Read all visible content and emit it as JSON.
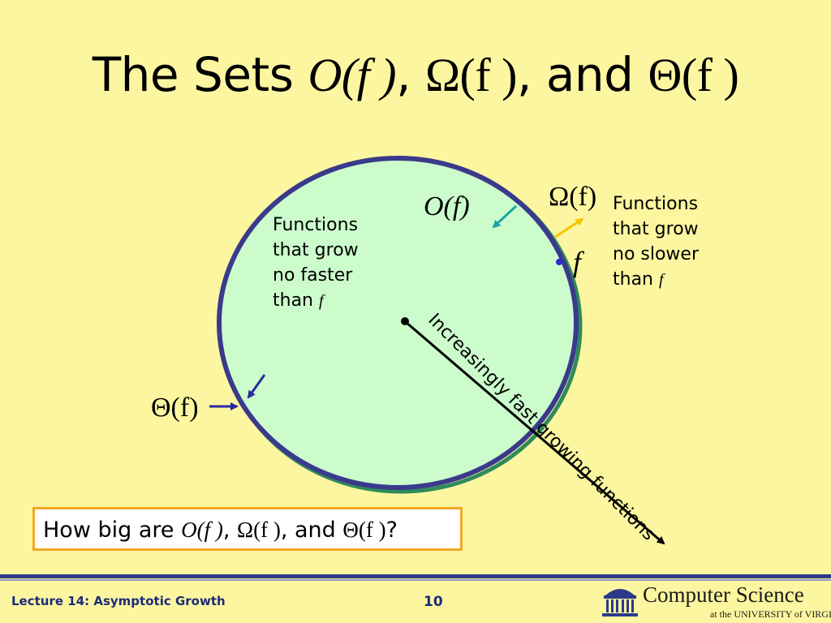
{
  "title": {
    "prefix": "The Sets ",
    "o_f": "O(f )",
    "sep1": ", ",
    "omega_f": "Ω(f )",
    "sep2": ", and ",
    "theta_f": "Θ(f )"
  },
  "diagram": {
    "o_label": "O(f)",
    "omega_label": "Ω(f)",
    "theta_label": "Θ(f)",
    "f_label": "f",
    "inner_text": [
      "Functions",
      "that grow",
      "no faster",
      "than "
    ],
    "inner_f": "f",
    "outer_text": [
      "Functions",
      "that grow",
      "no slower",
      "than "
    ],
    "outer_f": "f",
    "arrow_label": "Increasingly fast growing functions",
    "colors": {
      "circle_fill": "#ccfccc",
      "circle_stroke": "#3a3a8c",
      "omega_arrow": "#f5c400",
      "o_arrow": "#1aa3a3",
      "theta_arrow": "#2a2aa0",
      "f_dot": "#2a2ad0"
    }
  },
  "question": {
    "prefix": "How big are ",
    "o_f": "O(f )",
    "sep1": ", ",
    "omega_f": "Ω(f )",
    "sep2": ", and ",
    "theta_f": "Θ(f )",
    "suffix": "?"
  },
  "footer": {
    "lecture": "Lecture 14: Asymptotic Growth",
    "page": "10",
    "logo_line1": "Computer Science",
    "logo_line2": "at the UNIVERSITY of VIRGINIA",
    "logo_icon": "rotunda-icon"
  }
}
